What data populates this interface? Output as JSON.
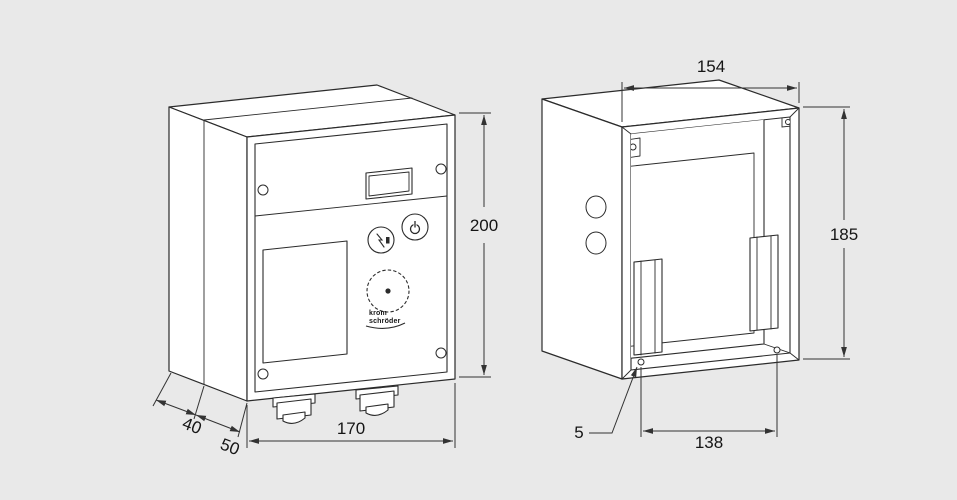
{
  "colors": {
    "background": "#e9e9e9",
    "line": "#2b2b2b",
    "dimension_line": "#333333",
    "fill": "#ffffff"
  },
  "brand": {
    "line1": "krom",
    "line2": "schröder"
  },
  "icons": {
    "reset": "reset-lightning-icon",
    "power": "power-icon"
  },
  "dims": {
    "front": {
      "height": "200",
      "width": "170",
      "depth_back": "40",
      "depth_front": "50"
    },
    "rear": {
      "width": "154",
      "height": "185",
      "hole_spacing": "138",
      "hole_offset": "5"
    }
  }
}
